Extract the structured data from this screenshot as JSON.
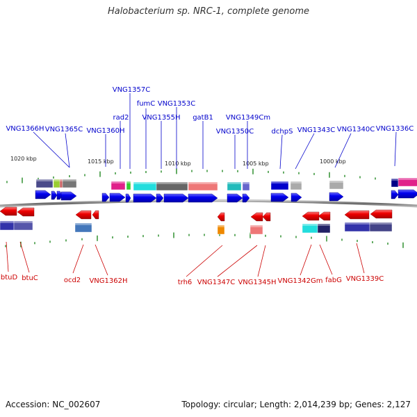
{
  "title": "Halobacterium sp. NRC-1, complete genome",
  "accession": "Accession: NC_002607",
  "topology": "Topology: circular",
  "length": "Length: 2,014,239 bp",
  "genes": "Genes: 2,127",
  "scale_labels": [
    "1020 kbp",
    "1015 kbp",
    "1010 kbp",
    "1005 kbp",
    "1000 kbp"
  ],
  "forward_gene_labels": [
    "VNG1366H",
    "VNG1365C",
    "VNG1360H",
    "rad2",
    "VNG1357C",
    "fumC",
    "VNG1355H",
    "VNG1353C",
    "gatB1",
    "VNG1350C",
    "VNG1349Cm",
    "dchpS",
    "VNG1343C",
    "VNG1340C",
    "VNG1336C"
  ],
  "reverse_gene_labels": [
    "btuD",
    "btuC",
    "ocd2",
    "VNG1362H",
    "trh6",
    "VNG1347C",
    "VNG1345H",
    "VNG1342Gm",
    "fabG",
    "VNG1339C"
  ],
  "colors": {
    "forward_label": "#0000cc",
    "reverse_label": "#cc0000",
    "forward_gene": "#0000ee",
    "reverse_gene": "#ee0000",
    "tick": "#228822",
    "backbone": "#777777"
  }
}
